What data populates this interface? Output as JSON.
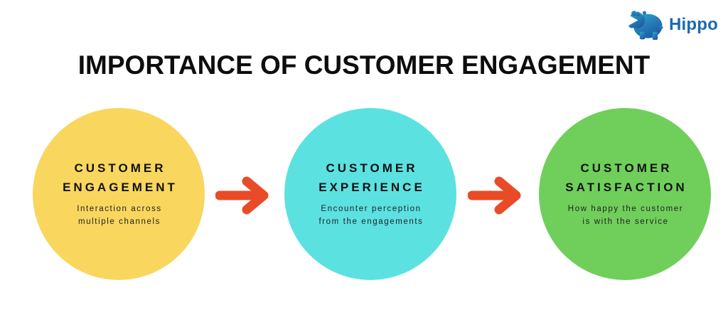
{
  "logo": {
    "brand": "Hippo",
    "text_color": "#1b69b3",
    "icon_gradient": [
      "#2fa6cc",
      "#1d5ca6"
    ]
  },
  "title": "IMPORTANCE OF CUSTOMER ENGAGEMENT",
  "flow": {
    "arrow_color": "#e94b27",
    "steps": [
      {
        "heading_lines": [
          "CUSTOMER",
          "ENGAGEMENT"
        ],
        "description_lines": [
          "Interaction across",
          "multiple channels"
        ],
        "color": "#f9d65e"
      },
      {
        "heading_lines": [
          "CUSTOMER",
          "EXPERIENCE"
        ],
        "description_lines": [
          "Encounter perception",
          "from the engagements"
        ],
        "color": "#5ce1e1"
      },
      {
        "heading_lines": [
          "CUSTOMER",
          "SATISFACTION"
        ],
        "description_lines": [
          "How happy the customer",
          "is with the service"
        ],
        "color": "#70cf5b"
      }
    ]
  },
  "icons": {
    "logo_icon": "hippo-icon",
    "connector_icon": "arrow-right-icon"
  }
}
